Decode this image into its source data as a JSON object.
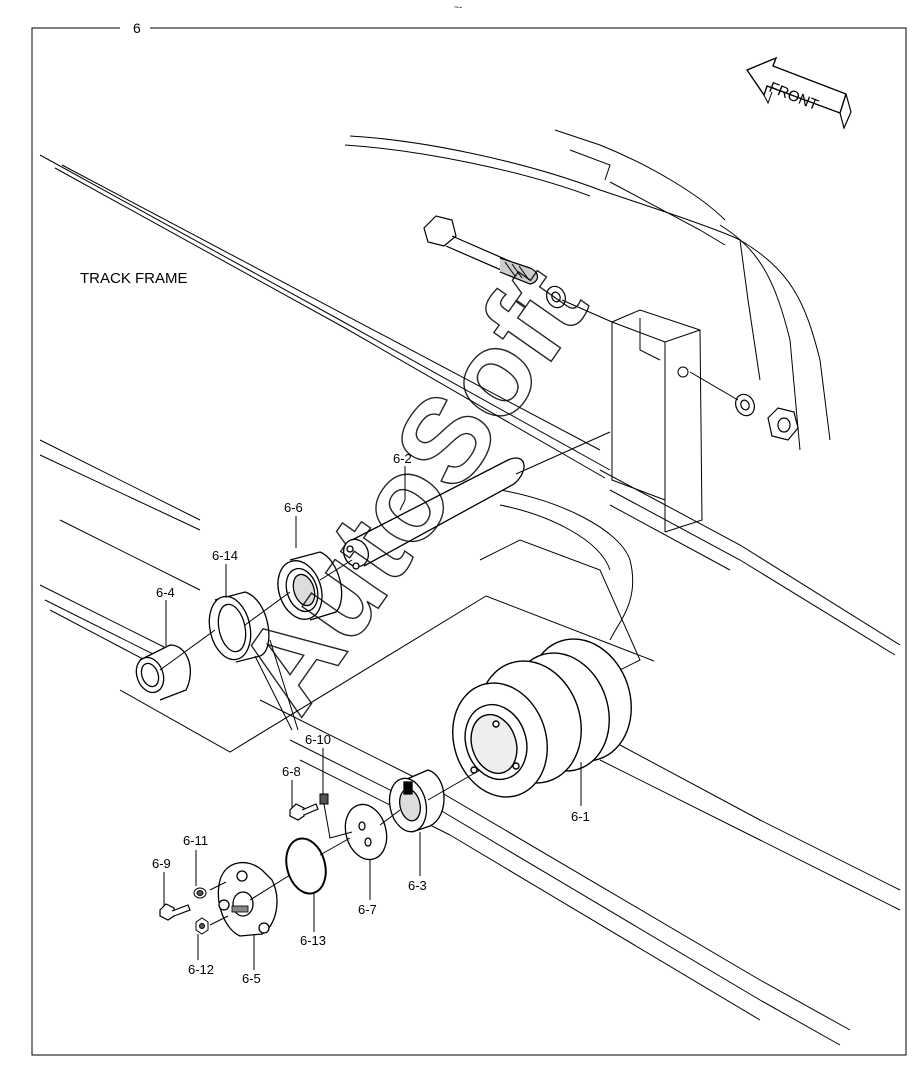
{
  "top_mark": "~-",
  "figure_number": "6",
  "front_label": "FRONT",
  "track_frame_label": "TRACK FRAME",
  "watermark": "AutoSoft",
  "parts": {
    "p6_1": "6-1",
    "p6_2": "6-2",
    "p6_3": "6-3",
    "p6_4": "6-4",
    "p6_5": "6-5",
    "p6_6": "6-6",
    "p6_7": "6-7",
    "p6_8": "6-8",
    "p6_9": "6-9",
    "p6_10": "6-10",
    "p6_11": "6-11",
    "p6_12": "6-12",
    "p6_13": "6-13",
    "p6_14": "6-14"
  }
}
